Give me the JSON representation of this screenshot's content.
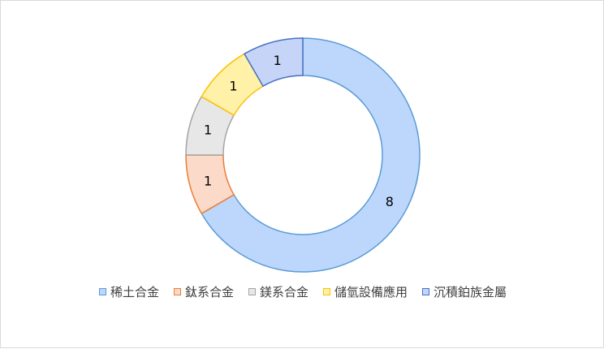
{
  "chart_data": {
    "type": "pie",
    "subtype": "doughnut",
    "title": "",
    "categories": [
      "稀土合金",
      "鈦系合金",
      "鎂系合金",
      "儲氫設備應用",
      "沉積鉑族金屬"
    ],
    "values": [
      8,
      1,
      1,
      1,
      1
    ],
    "data_labels": [
      "8",
      "1",
      "1",
      "1",
      "1"
    ],
    "colors": {
      "fills": [
        "#bcd7fb",
        "#fbdac9",
        "#e7e7e7",
        "#fff1a8",
        "#c6d4f7"
      ],
      "strokes": [
        "#5b9bd5",
        "#ed7d31",
        "#a5a5a5",
        "#ffc000",
        "#4472c4"
      ]
    },
    "legend_placement": "bottom",
    "grid": false
  }
}
